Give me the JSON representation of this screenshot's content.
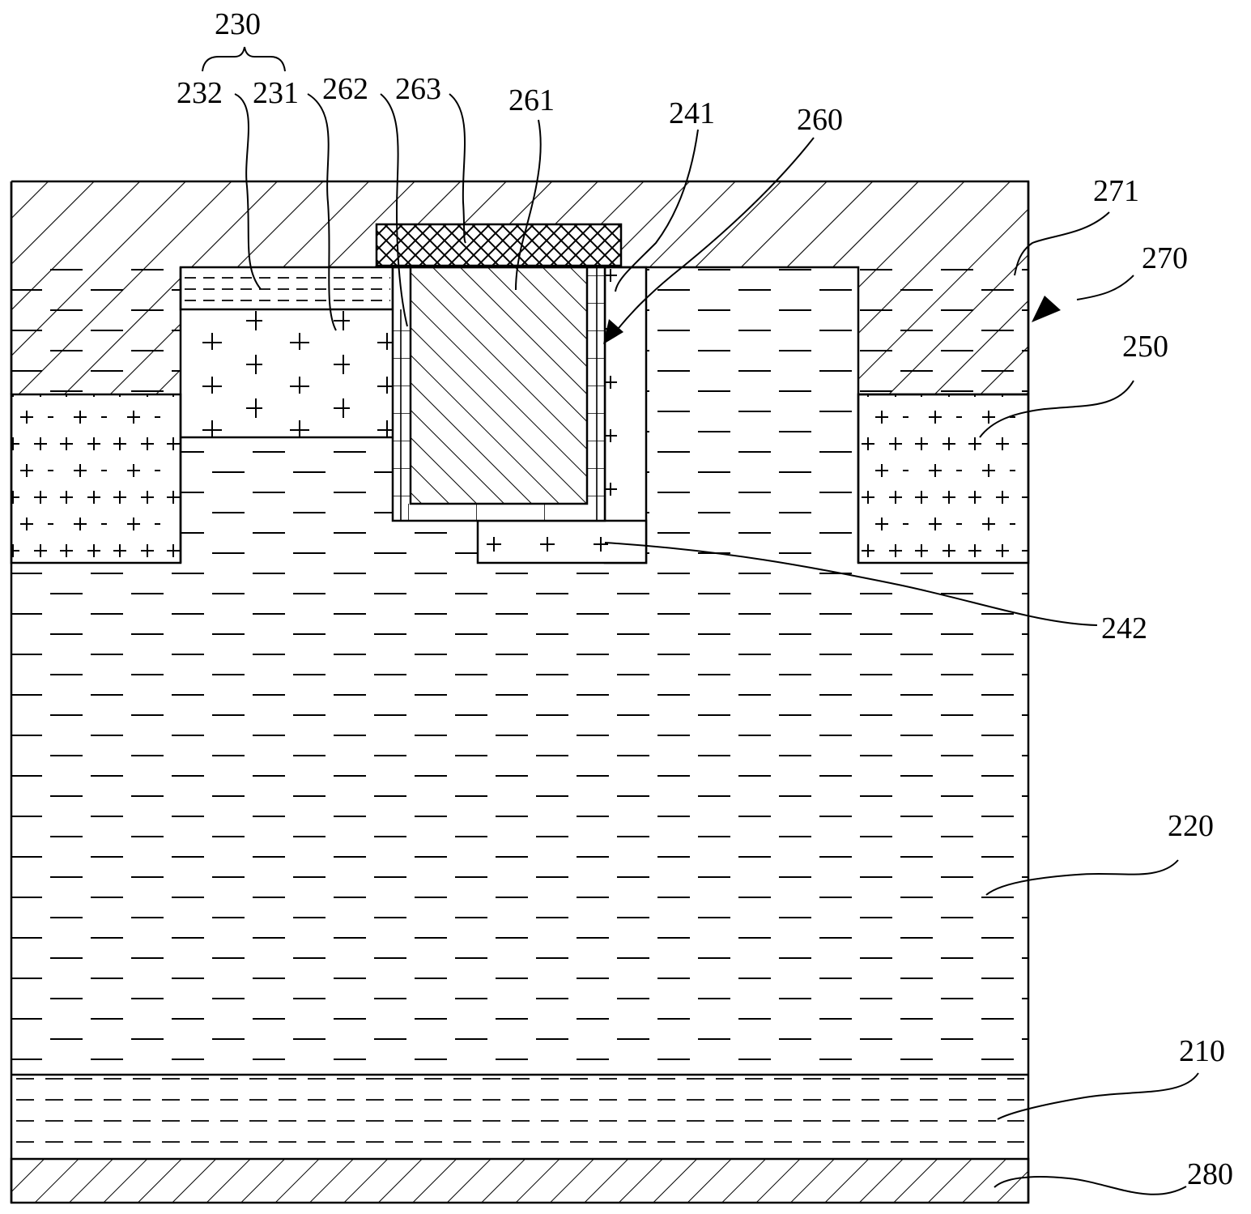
{
  "figure": {
    "description_labels": {
      "group_230": "230",
      "l232": "232",
      "l231": "231",
      "l262": "262",
      "l263": "263",
      "l261": "261",
      "l241": "241",
      "l260": "260",
      "l271": "271",
      "l270": "270",
      "l250": "250",
      "l242": "242",
      "l220": "220",
      "l210": "210",
      "l280": "280"
    }
  }
}
